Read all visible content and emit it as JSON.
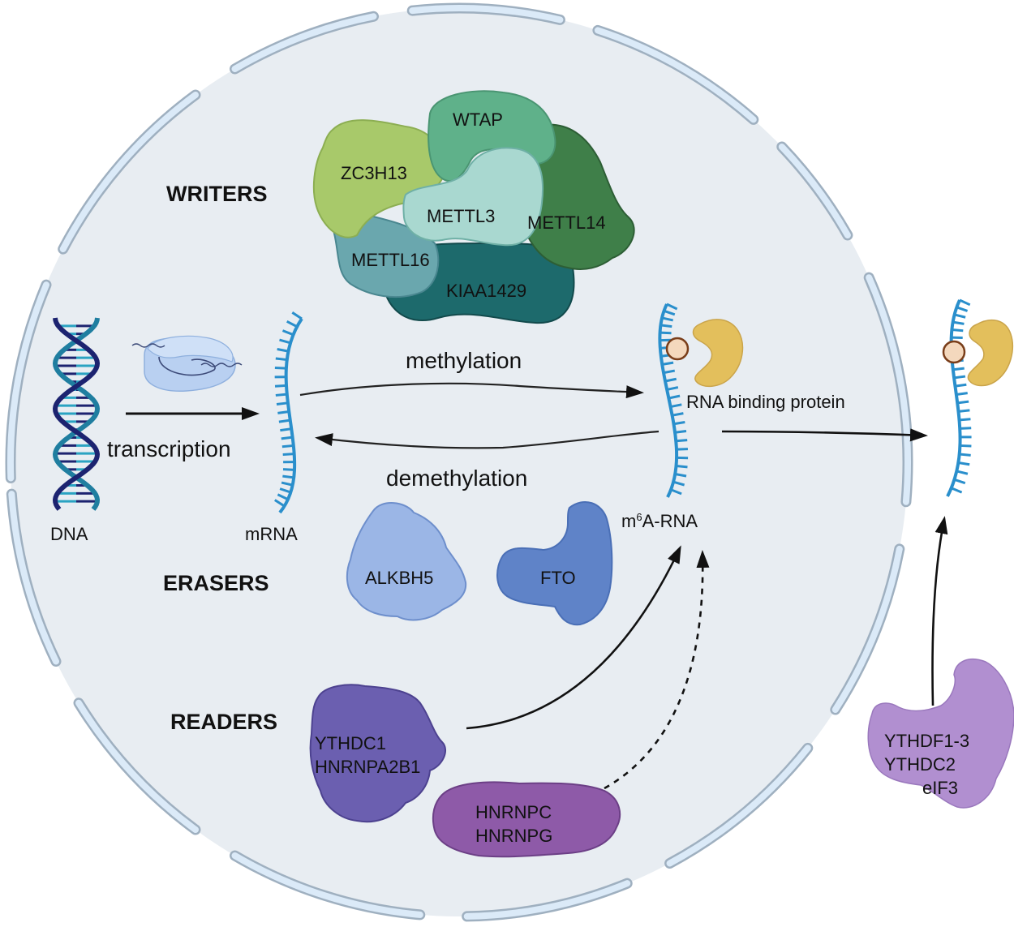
{
  "diagram": {
    "title": "m6A RNA modification: writers, erasers and readers",
    "sections": {
      "writers": "WRITERS",
      "erasers": "ERASERS",
      "readers": "READERS"
    },
    "writers": [
      {
        "name": "WTAP",
        "color": "#5fb18a"
      },
      {
        "name": "ZC3H13",
        "color": "#a8c96a"
      },
      {
        "name": "METTL3",
        "color": "#a9d8d0"
      },
      {
        "name": "METTL14",
        "color": "#3f7f49"
      },
      {
        "name": "METTL16",
        "color": "#6aa7ae"
      },
      {
        "name": "KIAA1429",
        "color": "#1d6a6c"
      }
    ],
    "erasers": [
      {
        "name": "ALKBH5",
        "color": "#9bb6e6"
      },
      {
        "name": "FTO",
        "color": "#5f83c8"
      }
    ],
    "readers_nuclear": [
      {
        "lines": [
          "YTHDC1",
          "HNRNPA2B1"
        ],
        "color": "#6b5fb0",
        "link": "solid"
      },
      {
        "lines": [
          "HNRNPC",
          "HNRNPG"
        ],
        "color": "#8e5aa8",
        "link": "dashed"
      }
    ],
    "readers_cytoplasmic": {
      "lines": [
        "YTHDF1-3",
        "YTHDC2",
        "eIF3"
      ],
      "color": "#b18fd0"
    },
    "molecules": {
      "dna": "DNA",
      "mrna": "mRNA",
      "m6a_prefix": "m",
      "m6a_sup": "6",
      "m6a_suffix": "A-RNA",
      "rbp": "RNA binding protein"
    },
    "processes": {
      "transcription": "transcription",
      "methylation": "methylation",
      "demethylation": "demethylation"
    },
    "colors": {
      "nucleus_fill": "#e8edf2",
      "envelope_fill": "#dbeaf8",
      "envelope_stroke": "#9fb0c0",
      "rna": "#2a8fcc",
      "dna_dark": "#1c2370",
      "dna_teal": "#1f7ea0",
      "rbp": "#e3bf5c",
      "m6a_mark": "#f4d8bd",
      "m6a_mark_stroke": "#7a3e1a",
      "polymerase": "#b6cff0",
      "arrow": "#111111"
    }
  }
}
